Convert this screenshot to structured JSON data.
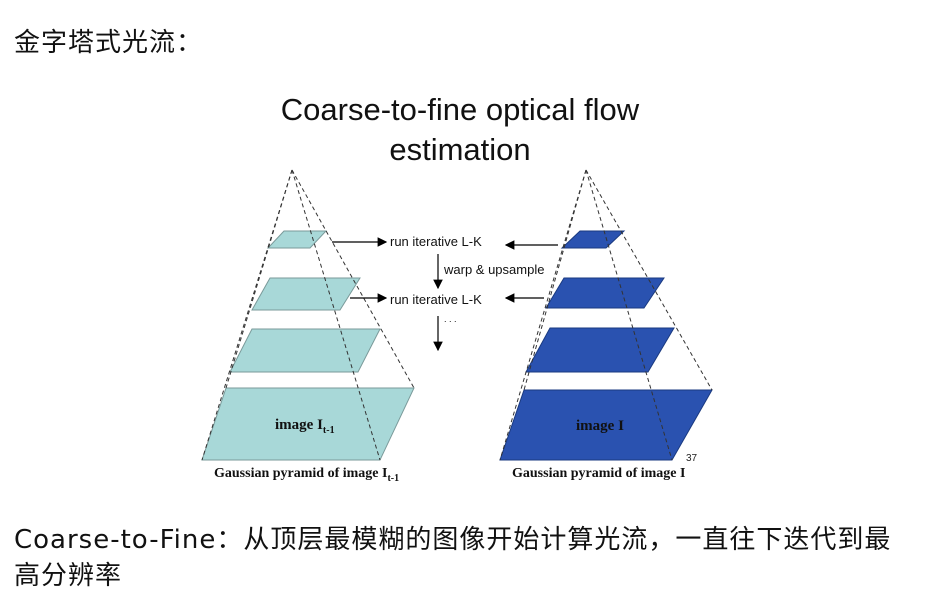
{
  "heading": "金字塔式光流：",
  "diagram": {
    "title_line1": "Coarse-to-fine optical flow",
    "title_line2": "estimation",
    "step_top": "run iterative L-K",
    "step_mid": "warp & upsample",
    "step_second": "run iterative L-K",
    "ellipsis": ". . .",
    "left_image_label": "image I",
    "left_image_sub": "t-1",
    "right_image_label": "image I",
    "left_caption": "Gaussian pyramid of image I",
    "left_caption_sub": "t-1",
    "right_caption": "Gaussian pyramid of image I",
    "page_number": "37",
    "colors": {
      "left_pyramid": "#a8d8d8",
      "right_pyramid": "#2a52b0"
    }
  },
  "footer": "Coarse-to-Fine：从顶层最模糊的图像开始计算光流，一直往下迭代到最高分辨率"
}
